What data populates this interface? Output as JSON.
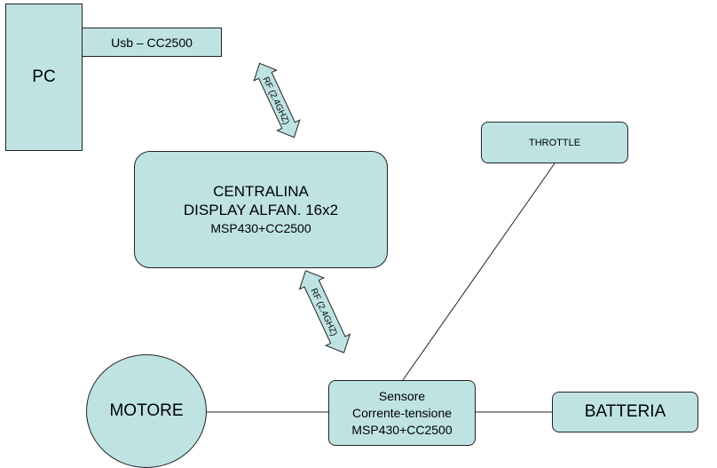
{
  "nodes": {
    "pc": "PC",
    "usb": "Usb – CC2500",
    "centralina": {
      "line1": "CENTRALINA",
      "line2": "DISPLAY ALFAN. 16x2",
      "line3": "MSP430+CC2500"
    },
    "throttle": "THROTTLE",
    "motore": "MOTORE",
    "sensore": {
      "line1": "Sensore",
      "line2": "Corrente-tensione",
      "line3": "MSP430+CC2500"
    },
    "batteria": "BATTERIA"
  },
  "links": {
    "rf_top": "RF (2.4GHZ)",
    "rf_bottom": "RF (2.4GHZ)"
  },
  "colors": {
    "box_fill": "#bfe3e3",
    "stroke": "#222222"
  }
}
